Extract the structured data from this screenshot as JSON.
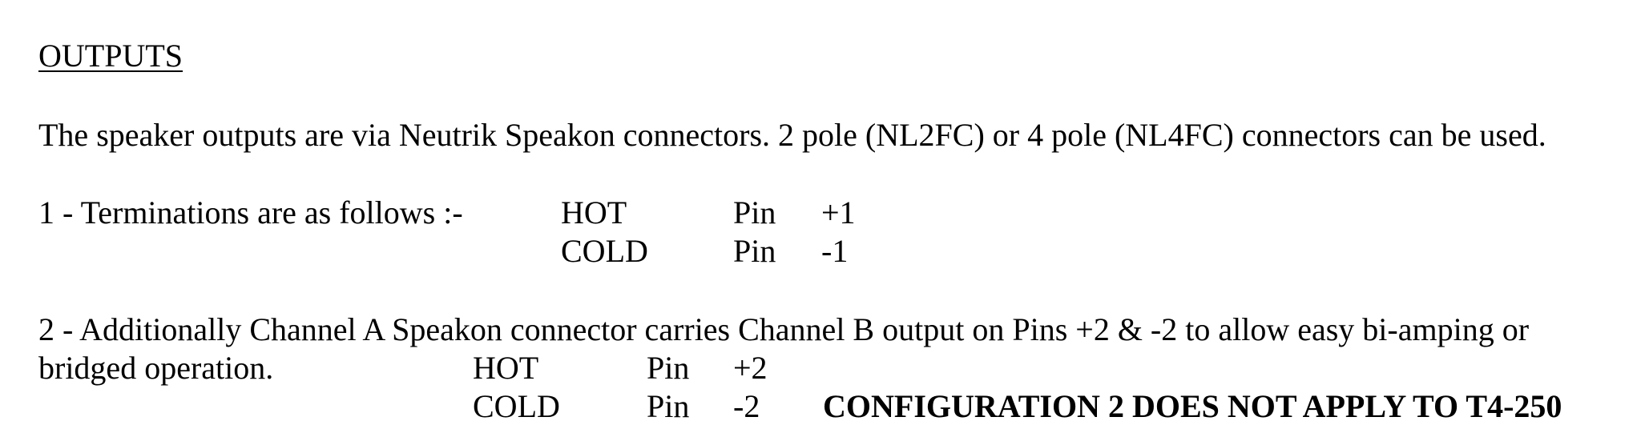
{
  "heading": "OUTPUTS",
  "paragraph1": "The speaker outputs are via Neutrik Speakon connectors. 2 pole (NL2FC) or 4 pole (NL4FC) connectors can be used.",
  "termination1": {
    "label": "1 - Terminations are as follows :-",
    "rows": [
      {
        "signal": "HOT",
        "pin_label": "Pin",
        "pin": "+1"
      },
      {
        "signal": "COLD",
        "pin_label": "Pin",
        "pin": "-1"
      }
    ]
  },
  "termination2": {
    "line1": "2 - Additionally Channel A Speakon connector carries Channel B output on Pins +2 & -2 to allow easy bi-amping or",
    "line2": "bridged operation.",
    "rows": [
      {
        "signal": "HOT",
        "pin_label": "Pin",
        "pin": "+2"
      },
      {
        "signal": "COLD",
        "pin_label": "Pin",
        "pin": "-2"
      }
    ],
    "warning": "CONFIGURATION 2 DOES NOT APPLY TO T4-250"
  }
}
